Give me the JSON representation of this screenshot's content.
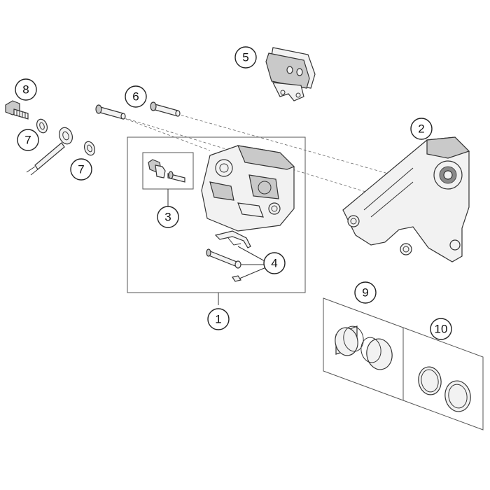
{
  "callouts": [
    {
      "id": "c1",
      "label": "1"
    },
    {
      "id": "c2",
      "label": "2"
    },
    {
      "id": "c3",
      "label": "3"
    },
    {
      "id": "c4",
      "label": "4"
    },
    {
      "id": "c5",
      "label": "5"
    },
    {
      "id": "c6",
      "label": "6"
    },
    {
      "id": "c7a",
      "label": "7"
    },
    {
      "id": "c7b",
      "label": "7"
    },
    {
      "id": "c8",
      "label": "8"
    },
    {
      "id": "c9",
      "label": "9"
    },
    {
      "id": "c10",
      "label": "10"
    }
  ],
  "colors": {
    "line": "#333333",
    "background": "#ffffff",
    "fill_light": "#f2f2f2",
    "fill_mid": "#c9c9c9",
    "fill_dark": "#8a8a8a"
  }
}
